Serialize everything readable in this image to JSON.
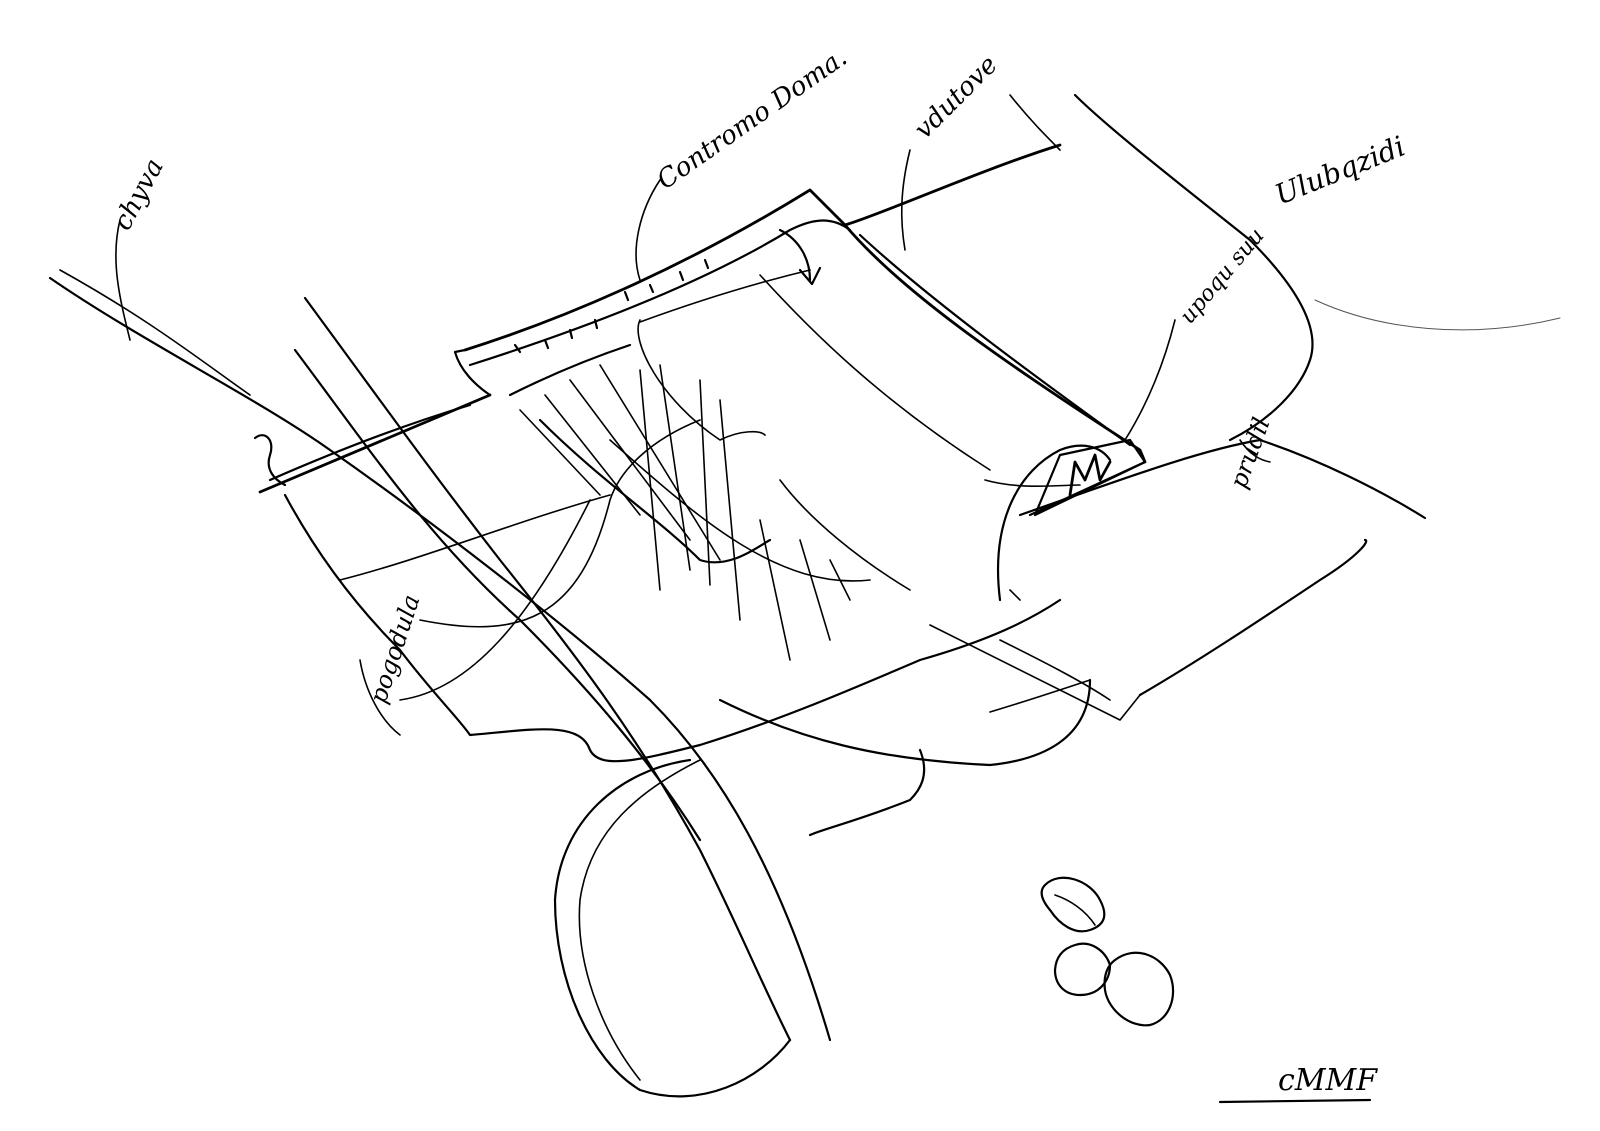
{
  "sketch": {
    "annotations": {
      "top_left": "chyva",
      "center_top": "Contromo Doma.",
      "right_top": "vdutove",
      "far_right": "Ulubqzidi",
      "right_mid": "upoqu suu",
      "right_lower": "prudil",
      "left_lower": "pogodula"
    },
    "signature": "cMMF",
    "colors": {
      "ink": "#000000",
      "paper": "#ffffff"
    }
  }
}
